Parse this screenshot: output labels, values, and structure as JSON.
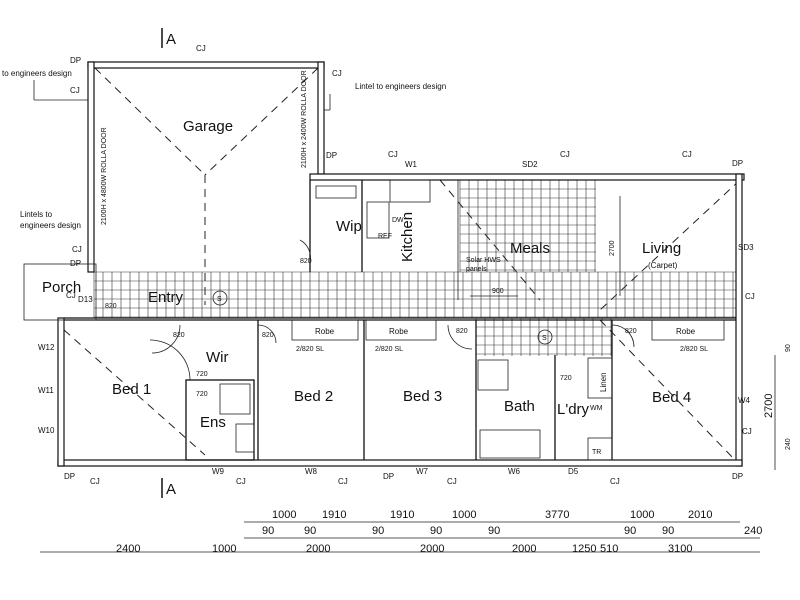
{
  "section_markers": {
    "top": "A",
    "bottom": "A"
  },
  "rooms": {
    "garage": "Garage",
    "wip": "Wip",
    "kitchen": "Kitchen",
    "meals": "Meals",
    "living": "Living",
    "living_note": "(Carpet)",
    "porch": "Porch",
    "entry": "Entry",
    "wir": "Wir",
    "bed1": "Bed 1",
    "ens": "Ens",
    "bed2": "Bed 2",
    "bed3": "Bed 3",
    "bath": "Bath",
    "ldry": "L'dry",
    "linen": "Linen",
    "bed4": "Bed 4",
    "robe": "Robe"
  },
  "notes": {
    "engineers_left": "to engineers design",
    "lintel_right": "Lintel to engineers design",
    "lintels_left_1": "Lintels to",
    "lintels_left_2": "engineers design",
    "solar_1": "Solar HWS",
    "solar_2": "panels",
    "garage_door_left": "2100H x 4800W ROLLA DOOR",
    "garage_door_right": "2100H x 2400W ROLLA DOOR"
  },
  "labels": {
    "cj": "CJ",
    "dp": "DP",
    "w1": "W1",
    "sd2": "SD2",
    "sd3": "SD3",
    "w4": "W4",
    "w6": "W6",
    "w7": "W7",
    "w8": "W8",
    "w9": "W9",
    "w10": "W10",
    "w11": "W11",
    "w12": "W12",
    "d5": "D5",
    "d13": "D13",
    "door_820": "820",
    "door_720": "720",
    "sl_2820": "2/820 SL",
    "ref": "REF",
    "wm": "WM",
    "tr": "TR",
    "dw": "DW",
    "s_symbol": "S",
    "dim_2700": "2700",
    "dim_900": "900"
  },
  "dimensions": {
    "row1": [
      "1000",
      "1910",
      "1910",
      "1000",
      "3770",
      "1000",
      "2010"
    ],
    "row2": [
      "90",
      "90",
      "90",
      "90",
      "90",
      "90",
      "90",
      "240"
    ],
    "row3": [
      "2400",
      "1000",
      "2000",
      "2000",
      "2000",
      "1250",
      "510",
      "3100"
    ],
    "right": [
      "2700",
      "90",
      "240"
    ]
  }
}
